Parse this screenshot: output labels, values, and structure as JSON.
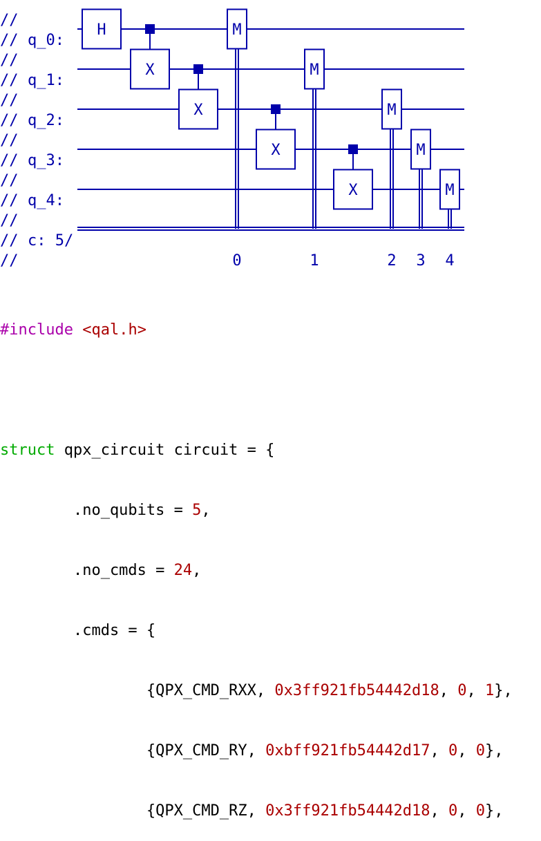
{
  "colors": {
    "comment": "#0000aa",
    "preprocessor": "#aa00aa",
    "string": "#aa0000",
    "type_keyword": "#00aa00",
    "number": "#aa0000",
    "text": "#000000"
  },
  "comment_prefix": "//",
  "circuit": {
    "qubit_labels": [
      "q_0:",
      "q_1:",
      "q_2:",
      "q_3:",
      "q_4:"
    ],
    "classical_label": "c: 5/",
    "gates": [
      {
        "type": "H",
        "qubit": 0,
        "col": 0
      },
      {
        "type": "CX",
        "control": 0,
        "target": 1,
        "col": 1
      },
      {
        "type": "CX",
        "control": 1,
        "target": 2,
        "col": 2
      },
      {
        "type": "M",
        "qubit": 0,
        "col": 3,
        "bit_label": "0"
      },
      {
        "type": "CX",
        "control": 2,
        "target": 3,
        "col": 4
      },
      {
        "type": "M",
        "qubit": 1,
        "col": 5,
        "bit_label": "1"
      },
      {
        "type": "CX",
        "control": 3,
        "target": 4,
        "col": 6
      },
      {
        "type": "M",
        "qubit": 2,
        "col": 7,
        "bit_label": "2"
      },
      {
        "type": "M",
        "qubit": 3,
        "col": 8,
        "bit_label": "3"
      },
      {
        "type": "M",
        "qubit": 4,
        "col": 9,
        "bit_label": "4"
      }
    ],
    "gate_text": {
      "H": "H",
      "X": "X",
      "M": "M"
    }
  },
  "code": {
    "include_directive": "#include",
    "include_file": "<qal.h>",
    "struct_keyword": "struct",
    "decl_rest": " qpx_circuit circuit = {",
    "no_qubits_key": "        .no_qubits = ",
    "no_qubits_value": "5",
    "no_cmds_key": "        .no_cmds = ",
    "no_cmds_value": "24",
    "cmds_open": "        .cmds = {",
    "commands": [
      {
        "name": "QPX_CMD_RXX",
        "param": "0x3ff921fb54442d18",
        "a": "0",
        "b": "1"
      },
      {
        "name": "QPX_CMD_RY",
        "param": "0xbff921fb54442d17",
        "a": "0",
        "b": "0"
      },
      {
        "name": "QPX_CMD_RZ",
        "param": "0x3ff921fb54442d18",
        "a": "0",
        "b": "0"
      }
    ]
  }
}
